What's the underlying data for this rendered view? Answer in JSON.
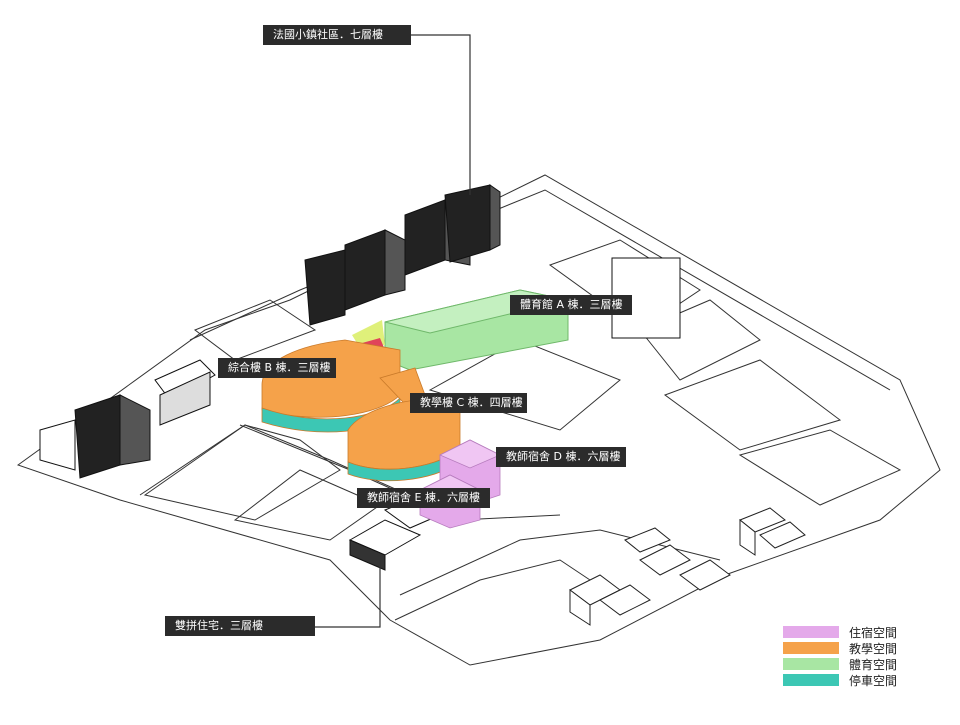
{
  "labels": {
    "french_town": "法國小鎮社區．七層樓",
    "gym_a": "體育館 A 棟．三層樓",
    "complex_b": "綜合樓 B 棟．三層樓",
    "teaching_c": "教學樓 C 棟．四層樓",
    "dorm_d": "教師宿舍 D 棟．六層樓",
    "dorm_e": "教師宿舍 E 棟．六層樓",
    "duplex": "雙拼住宅．三層樓"
  },
  "legend": [
    {
      "label": "住宿空間",
      "color": "#e4a9ea"
    },
    {
      "label": "教學空間",
      "color": "#f5a24a"
    },
    {
      "label": "體育空間",
      "color": "#a8e6a3"
    },
    {
      "label": "停車空間",
      "color": "#3cc7b4"
    }
  ],
  "colors": {
    "residential": "#e4a9ea",
    "teaching": "#f5a24a",
    "sports": "#a8e6a3",
    "parking": "#3cc7b4",
    "accent_red": "#e0445a",
    "accent_yellow": "#dff07a",
    "label_bg": "#2b2b2b",
    "line": "#333333"
  }
}
